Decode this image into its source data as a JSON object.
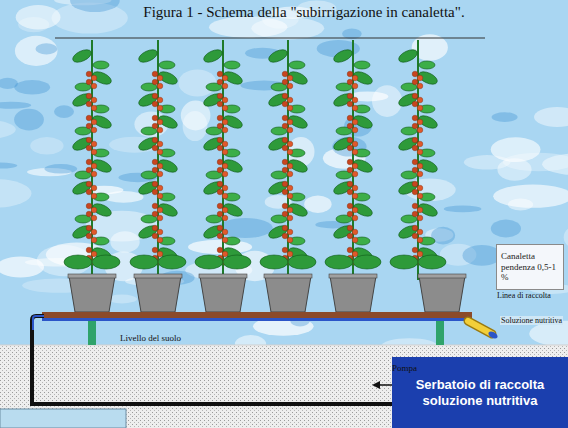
{
  "diagram": {
    "title": "Figura 1 - Schema della \"subirrigazione in canaletta\".",
    "nodes": [
      {
        "text": [
          "Serbatoio di raccolta soluzione nutritiva"
        ]
      },
      {
        "text": [
          "Canaletta pendenza 0,5-1 %"
        ]
      }
    ],
    "labels": [
      "Linea di raccolta",
      "Soluzione nutritiva",
      "Livello del suolo",
      "Pompa"
    ]
  }
}
